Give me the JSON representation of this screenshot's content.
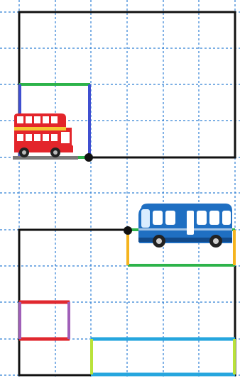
{
  "figure": {
    "background": "#ffffff",
    "grid": {
      "color": "#2f7fd4",
      "style": "dotted",
      "visible": true
    },
    "colors": {
      "outline": "#111111",
      "green": "#2db34a",
      "blue": "#3f4fd0",
      "red": "#e0282f",
      "purple": "#a05fb8",
      "orange": "#f5b41e",
      "cyan": "#26a6de",
      "lime": "#b9e23a"
    },
    "vehicles": [
      {
        "kind": "double-decker-bus",
        "icon": "double-decker-bus-icon",
        "color": "#e3252b"
      },
      {
        "kind": "single-deck-bus",
        "icon": "blue-bus-icon",
        "color": "#1f6fc2"
      }
    ],
    "markers": [
      {
        "icon": "pivot-dot-icon",
        "color": "#111111"
      },
      {
        "icon": "pivot-dot-icon",
        "color": "#111111"
      }
    ]
  }
}
